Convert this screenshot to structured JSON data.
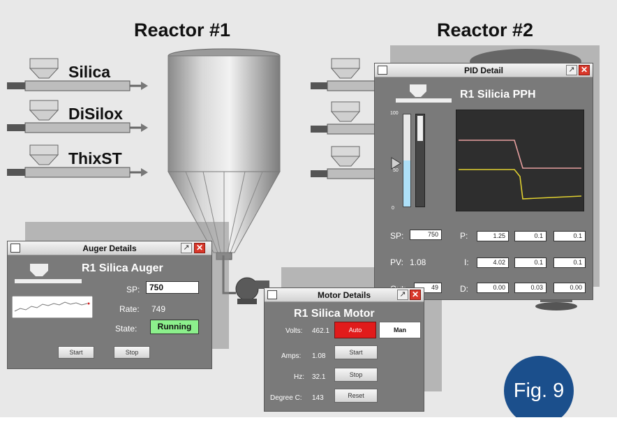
{
  "reactors": {
    "reactor1_title": "Reactor #1",
    "reactor2_title": "Reactor #2"
  },
  "feeders": [
    "Silica",
    "DiSilox",
    "ThixST"
  ],
  "auger_dialog": {
    "title": "Auger Details",
    "heading": "R1 Silica Auger",
    "sp_label": "SP:",
    "sp_value": "750",
    "rate_label": "Rate:",
    "rate_value": "749",
    "state_label": "State:",
    "state_value": "Running",
    "start_label": "Start",
    "stop_label": "Stop"
  },
  "motor_dialog": {
    "title": "Motor Details",
    "heading": "R1 Silica Motor",
    "volts_label": "Volts:",
    "volts_value": "462.1",
    "amps_label": "Amps:",
    "amps_value": "1.08",
    "hz_label": "Hz:",
    "hz_value": "32.1",
    "degc_label": "Degree C:",
    "degc_value": "143",
    "auto_label": "Auto",
    "man_label": "Man",
    "start_label": "Start",
    "stop_label": "Stop",
    "reset_label": "Reset"
  },
  "pid_dialog": {
    "title": "PID Detail",
    "heading": "R1 Silicia PPH",
    "scale_top": "100",
    "scale_mid": "50",
    "scale_bottom": "0",
    "level_fraction": 0.5,
    "sp_label": "SP:",
    "sp_value": "750",
    "pv_label": "PV:",
    "pv_value": "1.08",
    "out_label": "Out:",
    "out_value": "49",
    "p_label": "P:",
    "p_values": [
      "1.25",
      "0.1",
      "0.1"
    ],
    "i_label": "I:",
    "i_values": [
      "4.02",
      "0.1",
      "0.1"
    ],
    "d_label": "D:",
    "d_values": [
      "0.00",
      "0.03",
      "0.00"
    ]
  },
  "figure_label": "Fig. 9",
  "colors": {
    "background": "#e8e8e8",
    "dialog_body": "#7a7a7a",
    "running_green": "#8cf08c",
    "auto_red": "#e11b1b",
    "close_red": "#d9372a",
    "badge_blue": "#1b4f8c",
    "trend_pink": "#e8a0a0",
    "trend_yellow": "#e0d030"
  }
}
